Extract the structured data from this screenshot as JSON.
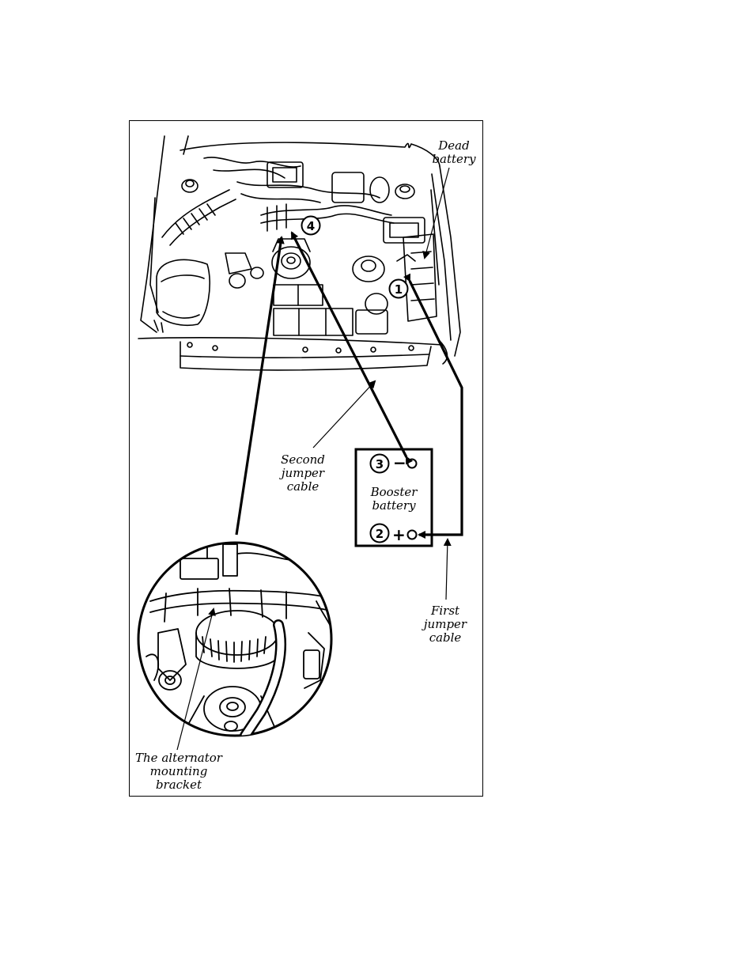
{
  "labels": {
    "dead_battery": [
      "Dead",
      "battery"
    ],
    "second_cable": [
      "Second",
      "jumper",
      "cable"
    ],
    "booster_battery": [
      "Booster",
      "battery"
    ],
    "first_cable": [
      "First",
      "jumper",
      "cable"
    ],
    "alternator_bracket": [
      "The alternator",
      "mounting",
      "bracket"
    ]
  },
  "steps": {
    "step1": "1",
    "step2": "2",
    "step3": "3",
    "step4": "4"
  },
  "terminals": {
    "negative": "−",
    "positive": "+"
  },
  "icons": {
    "engine": "engine-bay-drawing",
    "inset": "alternator-closeup-drawing"
  }
}
